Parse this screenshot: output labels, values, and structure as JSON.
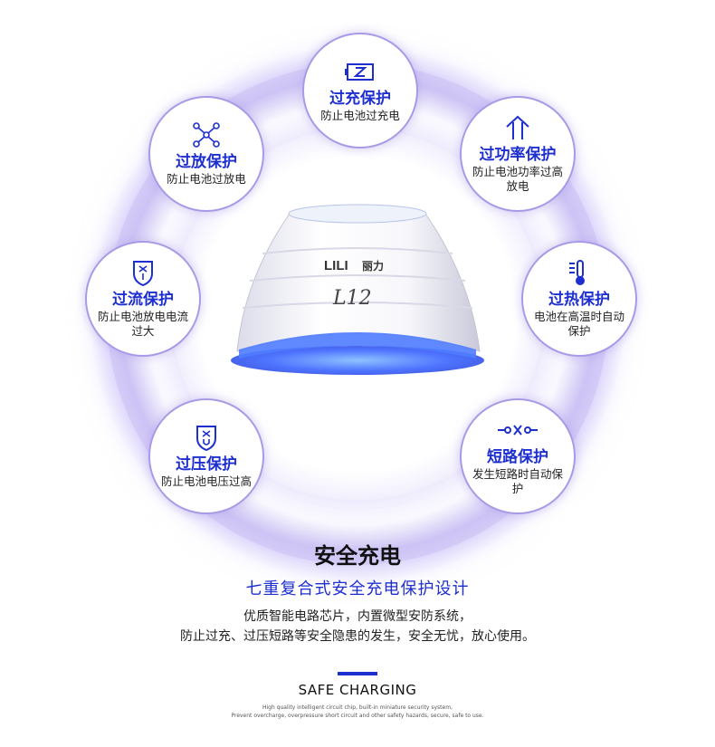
{
  "colors": {
    "accent": "#1e2fd0",
    "ring": "#a89ae6",
    "glow": "#2f5bff"
  },
  "device": {
    "brand": "LILI",
    "brand_cn": "丽力",
    "model": "L12"
  },
  "badges": [
    {
      "icon": "battery-charge-icon",
      "title": "过充保护",
      "desc": "防止电池过充电"
    },
    {
      "icon": "power-up-arrow-icon",
      "title": "过功率保护",
      "desc": "防止电池功率过高放电"
    },
    {
      "icon": "thermometer-icon",
      "title": "过热保护",
      "desc": "电池在高温时自动保护"
    },
    {
      "icon": "short-circuit-icon",
      "title": "短路保护",
      "desc": "发生短路时自动保护"
    },
    {
      "icon": "voltage-shield-icon",
      "title": "过压保护",
      "desc": "防止电池电压过高"
    },
    {
      "icon": "current-shield-icon",
      "title": "过流保护",
      "desc": "防止电池放电电流过大"
    },
    {
      "icon": "discharge-network-icon",
      "title": "过放保护",
      "desc": "防止电池过放电"
    }
  ],
  "text": {
    "main_title": "安全充电",
    "sub_title": "七重复合式安全充电保护设计",
    "body_1": "优质智能电路芯片，内置微型安防系统，",
    "body_2": "防止过充、过压短路等安全隐患的发生，安全无忧，放心使用。",
    "en_title": "SAFE CHARGING",
    "en_1": "High quality intelligent circuit chip, built-in miniature security system,",
    "en_2": "Prevent overcharge, overpressure short circuit and other safety hazards, secure, safe to use."
  }
}
